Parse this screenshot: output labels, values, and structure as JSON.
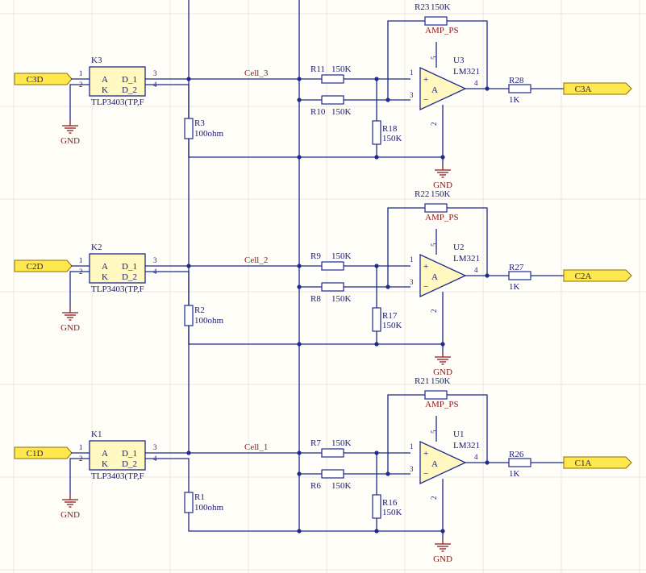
{
  "channels": [
    {
      "input_port": "C3D",
      "relay_ref": "K3",
      "relay_part": "TLP3403(TP,F",
      "relay_pin_a": "A",
      "relay_pin_k": "K",
      "relay_pin_d1": "D_1",
      "relay_pin_d2": "D_2",
      "pins": [
        "1",
        "2",
        "3",
        "4"
      ],
      "net_label": "Cell_3",
      "shunt_ref": "R3",
      "shunt_value": "100ohm",
      "r_in_plus_ref": "R11",
      "r_in_plus_value": "150K",
      "r_in_minus_ref": "R10",
      "r_in_minus_value": "150K",
      "r_gnd_ref": "R18",
      "r_gnd_value": "150K",
      "r_fb_ref": "R23",
      "r_fb_value": "150K",
      "opamp_ref": "U3",
      "opamp_part": "LM321",
      "opamp_symbol": "A",
      "opamp_pins": [
        "1",
        "3",
        "5",
        "2",
        "4"
      ],
      "supply_net": "AMP_PS",
      "gnd_label": "GND",
      "r_out_ref": "R28",
      "r_out_value": "1K",
      "output_port": "C3A"
    },
    {
      "input_port": "C2D",
      "relay_ref": "K2",
      "relay_part": "TLP3403(TP,F",
      "relay_pin_a": "A",
      "relay_pin_k": "K",
      "relay_pin_d1": "D_1",
      "relay_pin_d2": "D_2",
      "pins": [
        "1",
        "2",
        "3",
        "4"
      ],
      "net_label": "Cell_2",
      "shunt_ref": "R2",
      "shunt_value": "100ohm",
      "r_in_plus_ref": "R9",
      "r_in_plus_value": "150K",
      "r_in_minus_ref": "R8",
      "r_in_minus_value": "150K",
      "r_gnd_ref": "R17",
      "r_gnd_value": "150K",
      "r_fb_ref": "R22",
      "r_fb_value": "150K",
      "opamp_ref": "U2",
      "opamp_part": "LM321",
      "opamp_symbol": "A",
      "opamp_pins": [
        "1",
        "3",
        "5",
        "2",
        "4"
      ],
      "supply_net": "AMP_PS",
      "gnd_label": "GND",
      "r_out_ref": "R27",
      "r_out_value": "1K",
      "output_port": "C2A"
    },
    {
      "input_port": "C1D",
      "relay_ref": "K1",
      "relay_part": "TLP3403(TP,F",
      "relay_pin_a": "A",
      "relay_pin_k": "K",
      "relay_pin_d1": "D_1",
      "relay_pin_d2": "D_2",
      "pins": [
        "1",
        "2",
        "3",
        "4"
      ],
      "net_label": "Cell_1",
      "shunt_ref": "R1",
      "shunt_value": "100ohm",
      "r_in_plus_ref": "R7",
      "r_in_plus_value": "150K",
      "r_in_minus_ref": "R6",
      "r_in_minus_value": "150K",
      "r_gnd_ref": "R16",
      "r_gnd_value": "150K",
      "r_fb_ref": "R21",
      "r_fb_value": "150K",
      "opamp_ref": "U1",
      "opamp_part": "LM321",
      "opamp_symbol": "A",
      "opamp_pins": [
        "1",
        "3",
        "5",
        "2",
        "4"
      ],
      "supply_net": "AMP_PS",
      "gnd_label": "GND",
      "r_out_ref": "R26",
      "r_out_value": "1K",
      "output_port": "C1A"
    }
  ],
  "colors": {
    "wire": "#1f2a8c",
    "component_fill": "#fff8c0",
    "port_fill": "#ffe84d",
    "net_label": "#8a1a1a",
    "background": "#fffdf8"
  }
}
